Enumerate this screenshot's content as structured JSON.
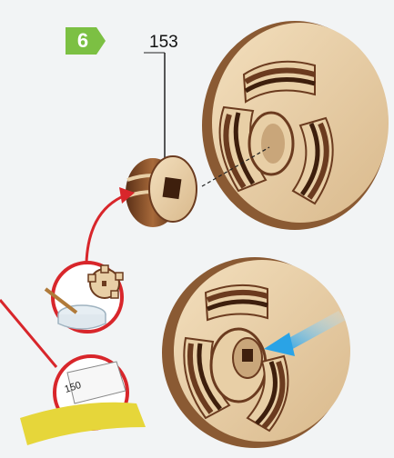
{
  "step": {
    "number": "6",
    "badge_color": "#7cc043"
  },
  "part": {
    "label": "153"
  },
  "sandpaper": {
    "grit": "150",
    "color": "#e6d63a"
  },
  "colors": {
    "wood_light": "#e8cfa6",
    "wood_dark": "#6b3b1f",
    "circle_red": "#d8262b",
    "arrow_blue": "#2aa3e6"
  },
  "icons": [
    "glue-brush-icon",
    "sandpaper-icon",
    "gear-part-icon",
    "insert-arrow-icon"
  ]
}
